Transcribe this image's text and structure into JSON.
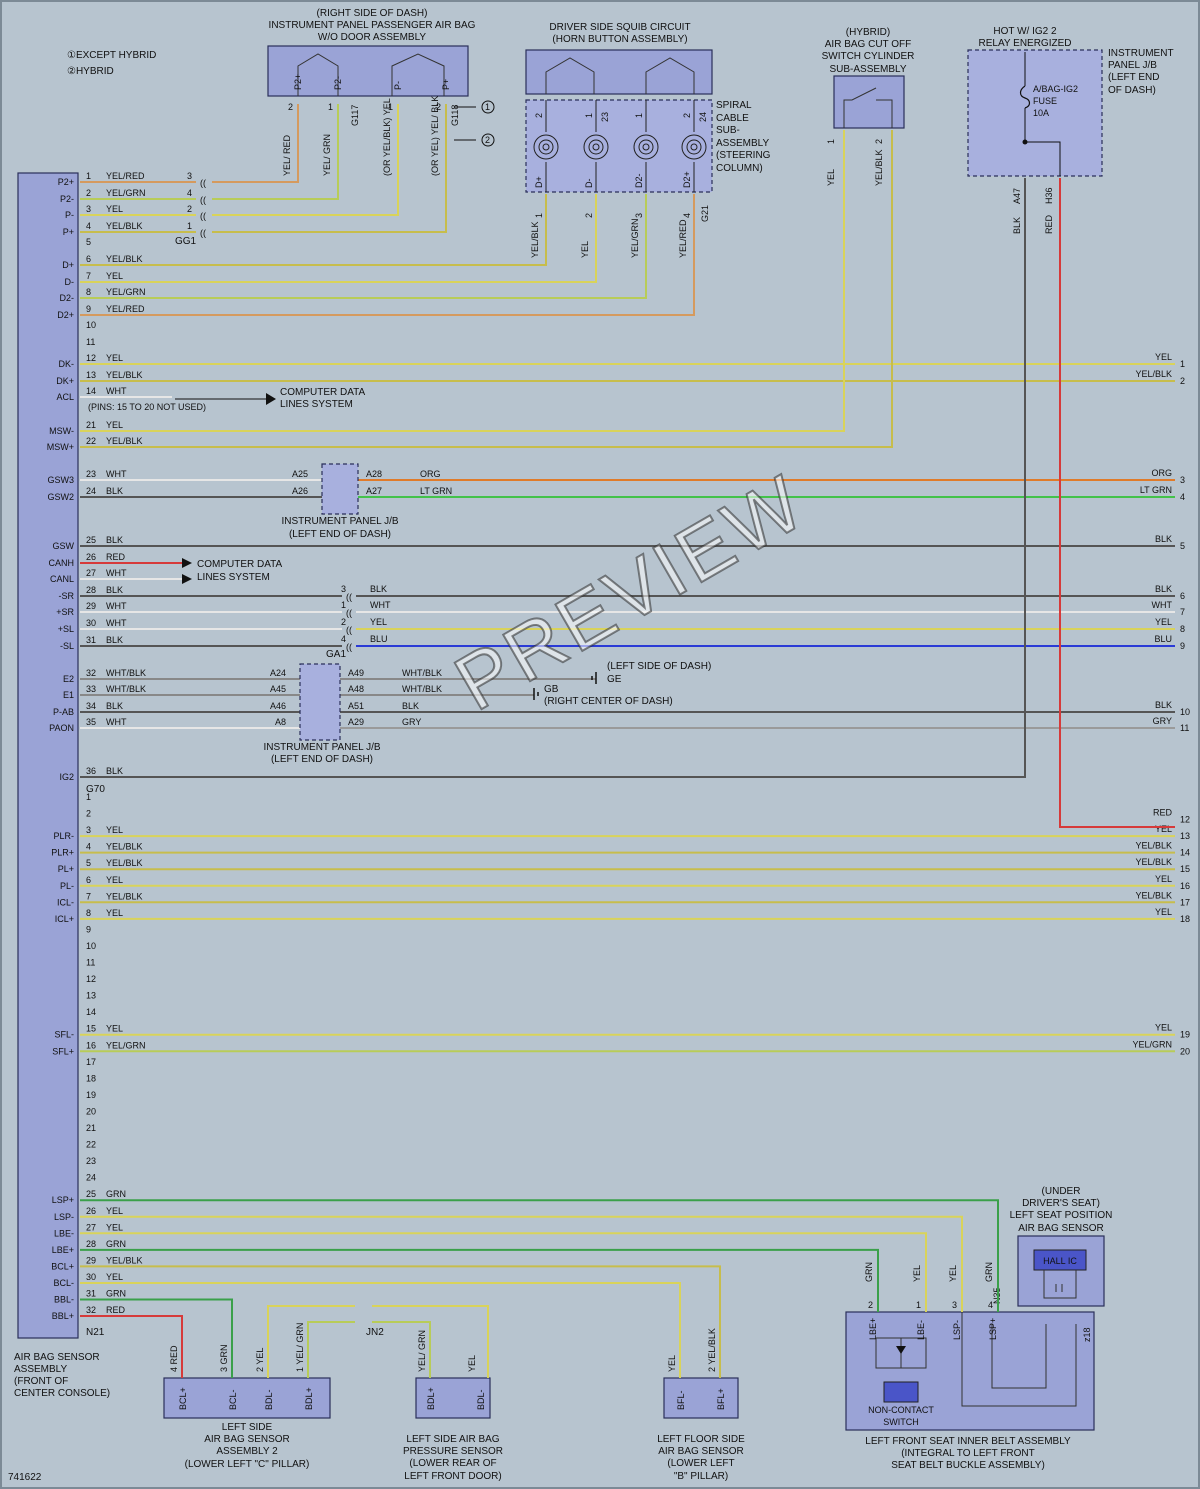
{
  "legend": [
    "①EXCEPT HYBRID",
    "②HYBRID"
  ],
  "diagram_id": "741622",
  "watermark": "PREVIEW",
  "components": {
    "pass_airbag": [
      "(RIGHT SIDE OF DASH)",
      "INSTRUMENT PANEL PASSENGER AIR BAG",
      "W/O DOOR ASSEMBLY"
    ],
    "squib": [
      "DRIVER SIDE SQUIB CIRCUIT",
      "(HORN BUTTON ASSEMBLY)"
    ],
    "spiral": [
      "SPIRAL",
      "CABLE",
      "SUB-",
      "ASSEMBLY",
      "(STEERING",
      "COLUMN)"
    ],
    "cutoff": [
      "(HYBRID)",
      "AIR BAG CUT OFF",
      "SWITCH CYLINDER",
      "SUB-ASSEMBLY"
    ],
    "hot": "HOT W/ IG2 2",
    "relay": "RELAY ENERGIZED",
    "ipjb": [
      "INSTRUMENT",
      "PANEL J/B",
      "(LEFT END",
      "OF DASH)"
    ],
    "fuse": [
      "A/BAG-IG2",
      "FUSE",
      "10A"
    ],
    "sensor_assy": [
      "AIR BAG SENSOR",
      "ASSEMBLY",
      "(FRONT OF",
      "CENTER CONSOLE)"
    ],
    "ip_jb1": [
      "INSTRUMENT PANEL J/B",
      "(LEFT END OF DASH)"
    ],
    "ip_jb2": [
      "INSTRUMENT PANEL J/B",
      "(LEFT END OF DASH)"
    ],
    "left_side_sensor": [
      "LEFT SIDE",
      "AIR BAG SENSOR",
      "ASSEMBLY 2",
      "(LOWER LEFT \"C\" PILLAR)"
    ],
    "pressure_sensor": [
      "LEFT SIDE AIR BAG",
      "PRESSURE SENSOR",
      "(LOWER REAR OF",
      "LEFT FRONT DOOR)"
    ],
    "floor_sensor": [
      "LEFT FLOOR SIDE",
      "AIR BAG SENSOR",
      "(LOWER LEFT",
      "\"B\" PILLAR)"
    ],
    "belt_assy": [
      "LEFT FRONT SEAT INNER BELT ASSEMBLY",
      "(INTEGRAL TO LEFT FRONT",
      "SEAT BELT BUCKLE ASSEMBLY)"
    ],
    "seat_pos": [
      "(UNDER",
      "DRIVER'S SEAT)",
      "LEFT SEAT POSITION",
      "AIR BAG SENSOR"
    ],
    "hall_ic": "HALL IC",
    "noncontact": [
      "NON-CONTACT",
      "SWITCH"
    ],
    "computer_data1": [
      "COMPUTER DATA",
      "LINES SYSTEM"
    ],
    "computer_data2": [
      "COMPUTER DATA",
      "LINES SYSTEM"
    ],
    "pins_note": "(PINS: 15 TO 20 NOT USED)",
    "ground_ge": "(LEFT SIDE OF DASH)",
    "ground_ge_id": "GE",
    "ground_gb": "GB",
    "ground_gb_loc": "(RIGHT CENTER OF DASH)"
  },
  "connectors": {
    "gg1": "GG1",
    "ga1": "GA1",
    "g70": "G70",
    "n21": "N21",
    "jn2": "JN2",
    "g117": "G117",
    "g118": "G118",
    "g21": "G21",
    "a47": "A47",
    "h36": "H36",
    "n35": "N35",
    "z18": "z18"
  },
  "wires_g": [
    {
      "pin": "1",
      "label": "P2+",
      "color": "YEL/RED",
      "hex": "#d59a5e",
      "jpin": "3",
      "right": "",
      "num": ""
    },
    {
      "pin": "2",
      "label": "P2-",
      "color": "YEL/GRN",
      "hex": "#b8cc58",
      "jpin": "4",
      "right": "",
      "num": ""
    },
    {
      "pin": "3",
      "label": "P-",
      "color": "YEL",
      "hex": "#d9d35a",
      "jpin": "2",
      "right": "",
      "num": ""
    },
    {
      "pin": "4",
      "label": "P+",
      "color": "YEL/BLK",
      "hex": "#c7bd4c",
      "jpin": "1",
      "right": "",
      "num": ""
    },
    {
      "pin": "5",
      "label": "",
      "color": "",
      "hex": "",
      "jpin": "",
      "right": "",
      "num": ""
    },
    {
      "pin": "6",
      "label": "D+",
      "color": "YEL/BLK",
      "hex": "#c7bd4c",
      "jpin": "",
      "right": "",
      "num": ""
    },
    {
      "pin": "7",
      "label": "D-",
      "color": "YEL",
      "hex": "#d9d35a",
      "jpin": "",
      "right": "",
      "num": ""
    },
    {
      "pin": "8",
      "label": "D2-",
      "color": "YEL/GRN",
      "hex": "#b8cc58",
      "jpin": "",
      "right": "",
      "num": ""
    },
    {
      "pin": "9",
      "label": "D2+",
      "color": "YEL/RED",
      "hex": "#d59a5e",
      "jpin": "",
      "right": "",
      "num": ""
    },
    {
      "pin": "10",
      "label": "",
      "color": "",
      "hex": "",
      "jpin": "",
      "right": "",
      "num": ""
    },
    {
      "pin": "11",
      "label": "",
      "color": "",
      "hex": "",
      "jpin": "",
      "right": "",
      "num": ""
    },
    {
      "pin": "12",
      "label": "DK-",
      "color": "YEL",
      "hex": "#d9d35a",
      "jpin": "",
      "right": "YEL",
      "num": "1"
    },
    {
      "pin": "13",
      "label": "DK+",
      "color": "YEL/BLK",
      "hex": "#c7bd4c",
      "jpin": "",
      "right": "YEL/BLK",
      "num": "2"
    },
    {
      "pin": "14",
      "label": "ACL",
      "color": "WHT",
      "hex": "",
      "jpin": "",
      "right": "",
      "num": ""
    },
    {
      "pin": "21",
      "label": "MSW-",
      "color": "YEL",
      "hex": "#d9d35a",
      "jpin": "",
      "right": "",
      "num": ""
    },
    {
      "pin": "22",
      "label": "MSW+",
      "color": "YEL/BLK",
      "hex": "#c7bd4c",
      "jpin": "",
      "right": "",
      "num": ""
    },
    {
      "pin": "23",
      "label": "GSW3",
      "color": "WHT",
      "hex": "#e6e6e6",
      "jpin": "A25",
      "jout": "A28",
      "ocolor": "ORG",
      "ohex": "#e07b2a",
      "right": "ORG",
      "num": "3"
    },
    {
      "pin": "24",
      "label": "GSW2",
      "color": "BLK",
      "hex": "#555555",
      "jpin": "A26",
      "jout": "A27",
      "ocolor": "LT GRN",
      "ohex": "#43c24a",
      "right": "LT GRN",
      "num": "4"
    },
    {
      "pin": "25",
      "label": "GSW",
      "color": "BLK",
      "hex": "#555555",
      "jpin": "",
      "right": "BLK",
      "num": "5"
    },
    {
      "pin": "26",
      "label": "CANH",
      "color": "RED",
      "hex": "#d63a3a",
      "jpin": "",
      "right": "",
      "num": ""
    },
    {
      "pin": "27",
      "label": "CANL",
      "color": "WHT",
      "hex": "#e6e6e6",
      "jpin": "",
      "right": "",
      "num": ""
    },
    {
      "pin": "28",
      "label": "-SR",
      "color": "BLK",
      "hex": "#555555",
      "jpin": "3",
      "ocolor": "BLK",
      "ohex": "#555555",
      "right": "BLK",
      "num": "6"
    },
    {
      "pin": "29",
      "label": "+SR",
      "color": "WHT",
      "hex": "#e6e6e6",
      "jpin": "1",
      "ocolor": "WHT",
      "ohex": "#e6e6e6",
      "right": "WHT",
      "num": "7"
    },
    {
      "pin": "30",
      "label": "+SL",
      "color": "WHT",
      "hex": "#e6e6e6",
      "jpin": "2",
      "ocolor": "YEL",
      "ohex": "#d9d35a",
      "right": "YEL",
      "num": "8"
    },
    {
      "pin": "31",
      "label": "-SL",
      "color": "BLK",
      "hex": "#555555",
      "jpin": "4",
      "ocolor": "BLU",
      "ohex": "#2a3ad6",
      "right": "BLU",
      "num": "9"
    },
    {
      "pin": "32",
      "label": "E2",
      "color": "WHT/BLK",
      "hex": "#888888",
      "jpin": "A24",
      "jout": "A49",
      "ocolor": "WHT/BLK",
      "ohex": "#888888",
      "right": "",
      "num": ""
    },
    {
      "pin": "33",
      "label": "E1",
      "color": "WHT/BLK",
      "hex": "#888888",
      "jpin": "A45",
      "jout": "A48",
      "ocolor": "WHT/BLK",
      "ohex": "#888888",
      "right": "",
      "num": ""
    },
    {
      "pin": "34",
      "label": "P-AB",
      "color": "BLK",
      "hex": "#555555",
      "jpin": "A46",
      "jout": "A51",
      "ocolor": "BLK",
      "ohex": "#555555",
      "right": "BLK",
      "num": "10"
    },
    {
      "pin": "35",
      "label": "PAON",
      "color": "WHT",
      "hex": "#e6e6e6",
      "jpin": "A8",
      "jout": "A29",
      "ocolor": "GRY",
      "ohex": "#9a9a9a",
      "right": "GRY",
      "num": "11"
    },
    {
      "pin": "36",
      "label": "IG2",
      "color": "BLK",
      "hex": "#555555",
      "jpin": "",
      "right": "",
      "num": ""
    }
  ],
  "wires_g70": [
    {
      "pin": "1",
      "label": "",
      "color": "",
      "hex": "",
      "right": "",
      "num": ""
    },
    {
      "pin": "2",
      "label": "",
      "color": "",
      "hex": "",
      "right": "RED",
      "num": "12"
    },
    {
      "pin": "3",
      "label": "PLR-",
      "color": "YEL",
      "hex": "#d9d35a",
      "right": "YEL",
      "num": "13"
    },
    {
      "pin": "4",
      "label": "PLR+",
      "color": "YEL/BLK",
      "hex": "#c7bd4c",
      "right": "YEL/BLK",
      "num": "14"
    },
    {
      "pin": "5",
      "label": "PL+",
      "color": "YEL/BLK",
      "hex": "#c7bd4c",
      "right": "YEL/BLK",
      "num": "15"
    },
    {
      "pin": "6",
      "label": "PL-",
      "color": "YEL",
      "hex": "#d9d35a",
      "right": "YEL",
      "num": "16"
    },
    {
      "pin": "7",
      "label": "ICL-",
      "color": "YEL/BLK",
      "hex": "#c7bd4c",
      "right": "YEL/BLK",
      "num": "17"
    },
    {
      "pin": "8",
      "label": "ICL+",
      "color": "YEL",
      "hex": "#d9d35a",
      "right": "YEL",
      "num": "18"
    },
    {
      "pin": "9",
      "label": "",
      "color": "",
      "hex": "",
      "right": "",
      "num": ""
    },
    {
      "pin": "10",
      "label": "",
      "color": "",
      "hex": "",
      "right": "",
      "num": ""
    },
    {
      "pin": "11",
      "label": "",
      "color": "",
      "hex": "",
      "right": "",
      "num": ""
    },
    {
      "pin": "12",
      "label": "",
      "color": "",
      "hex": "",
      "right": "",
      "num": ""
    },
    {
      "pin": "13",
      "label": "",
      "color": "",
      "hex": "",
      "right": "",
      "num": ""
    },
    {
      "pin": "14",
      "label": "",
      "color": "",
      "hex": "",
      "right": "",
      "num": ""
    },
    {
      "pin": "15",
      "label": "SFL-",
      "color": "YEL",
      "hex": "#d9d35a",
      "right": "YEL",
      "num": "19"
    },
    {
      "pin": "16",
      "label": "SFL+",
      "color": "YEL/GRN",
      "hex": "#b8cc58",
      "right": "YEL/GRN",
      "num": "20"
    },
    {
      "pin": "17",
      "label": "",
      "color": "",
      "hex": "",
      "right": "",
      "num": ""
    },
    {
      "pin": "18",
      "label": "",
      "color": "",
      "hex": "",
      "right": "",
      "num": ""
    },
    {
      "pin": "19",
      "label": "",
      "color": "",
      "hex": "",
      "right": "",
      "num": ""
    },
    {
      "pin": "20",
      "label": "",
      "color": "",
      "hex": "",
      "right": "",
      "num": ""
    },
    {
      "pin": "21",
      "label": "",
      "color": "",
      "hex": "",
      "right": "",
      "num": ""
    },
    {
      "pin": "22",
      "label": "",
      "color": "",
      "hex": "",
      "right": "",
      "num": ""
    },
    {
      "pin": "23",
      "label": "",
      "color": "",
      "hex": "",
      "right": "",
      "num": ""
    },
    {
      "pin": "24",
      "label": "",
      "color": "",
      "hex": "",
      "right": "",
      "num": ""
    },
    {
      "pin": "25",
      "label": "LSP+",
      "color": "GRN",
      "hex": "#3aa04a",
      "right": "",
      "num": ""
    },
    {
      "pin": "26",
      "label": "LSP-",
      "color": "YEL",
      "hex": "#d9d35a",
      "right": "",
      "num": ""
    },
    {
      "pin": "27",
      "label": "LBE-",
      "color": "YEL",
      "hex": "#d9d35a",
      "right": "",
      "num": ""
    },
    {
      "pin": "28",
      "label": "LBE+",
      "color": "GRN",
      "hex": "#3aa04a",
      "right": "",
      "num": ""
    },
    {
      "pin": "29",
      "label": "BCL+",
      "color": "YEL/BLK",
      "hex": "#c7bd4c",
      "right": "",
      "num": ""
    },
    {
      "pin": "30",
      "label": "BCL-",
      "color": "YEL",
      "hex": "#d9d35a",
      "right": "",
      "num": ""
    },
    {
      "pin": "31",
      "label": "BBL-",
      "color": "GRN",
      "hex": "#3aa04a",
      "right": "",
      "num": ""
    },
    {
      "pin": "32",
      "label": "BBL+",
      "color": "RED",
      "hex": "#d63a3a",
      "right": "",
      "num": ""
    }
  ],
  "pass_pins": [
    {
      "name": "P2+",
      "pin": "2",
      "wire": "YEL/ RED"
    },
    {
      "name": "P2-",
      "pin": "1",
      "wire": "YEL/ GRN"
    },
    {
      "name": "P-",
      "pin": "1",
      "wire": "(OR YEL/BLK) YEL"
    },
    {
      "name": "P+",
      "pin": "2",
      "wire": "(OR YEL) YEL/ BLK"
    }
  ],
  "spiral_pins": [
    {
      "top": "2",
      "bot": "D+",
      "num": "1",
      "wire": "YEL/BLK"
    },
    {
      "top": "1",
      "bot": "D-",
      "num": "2",
      "wire": "YEL",
      "extra": "23"
    },
    {
      "top": "1",
      "bot": "D2-",
      "num": "3",
      "wire": "YEL/GRN"
    },
    {
      "top": "2",
      "bot": "D2+",
      "num": "4",
      "wire": "YEL/RED",
      "extra": "24"
    }
  ],
  "cutoff_pins": [
    {
      "pin": "1",
      "wire": "YEL"
    },
    {
      "pin": "2",
      "wire": "YEL/BLK"
    }
  ],
  "fuse_wires": [
    {
      "wire": "BLK"
    },
    {
      "wire": "RED"
    }
  ],
  "bottom": {
    "lss": [
      {
        "name": "BCL+",
        "pin": "4",
        "wire": "RED"
      },
      {
        "name": "BCL-",
        "pin": "3",
        "wire": "GRN"
      },
      {
        "name": "BDL-",
        "pin": "2",
        "wire": "YEL"
      },
      {
        "name": "BDL+",
        "pin": "1",
        "wire": "YEL/ GRN"
      }
    ],
    "pres": [
      {
        "name": "BDL+",
        "wire": "YEL/ GRN"
      },
      {
        "name": "BDL-",
        "wire": "YEL"
      }
    ],
    "floor": [
      {
        "name": "BFL-",
        "pin": "",
        "wire": "YEL"
      },
      {
        "name": "BFL+",
        "pin": "2",
        "wire": "YEL/BLK"
      }
    ],
    "belt": [
      {
        "name": "LBE+",
        "pin": "2",
        "wire": "GRN"
      },
      {
        "name": "LBE-",
        "pin": "1",
        "wire": "YEL"
      },
      {
        "name": "LSP-",
        "pin": "3",
        "wire": "YEL"
      },
      {
        "name": "LSP+",
        "pin": "4",
        "wire": "GRN"
      }
    ]
  }
}
